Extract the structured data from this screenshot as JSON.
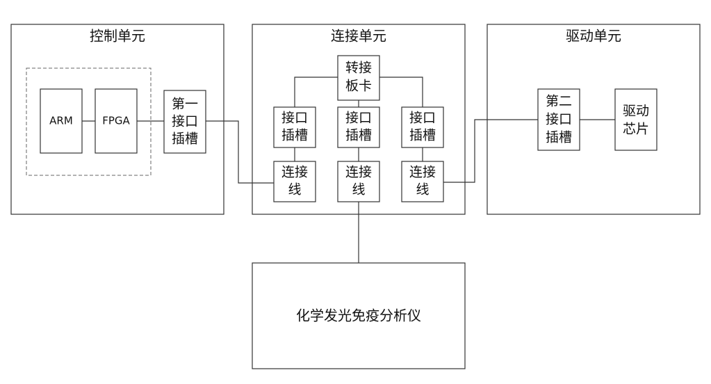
{
  "units": {
    "control": "控制单元",
    "connection": "连接单元",
    "drive": "驱动单元"
  },
  "control": {
    "arm": "ARM",
    "fpga": "FPGA",
    "slot1": [
      "第一",
      "接口",
      "插槽"
    ]
  },
  "connection": {
    "adapter": [
      "转接",
      "板卡"
    ],
    "slots": [
      [
        "接口",
        "插槽"
      ],
      [
        "接口",
        "插槽"
      ],
      [
        "接口",
        "插槽"
      ]
    ],
    "cables": [
      [
        "连接",
        "线"
      ],
      [
        "连接",
        "线"
      ],
      [
        "连接",
        "线"
      ]
    ]
  },
  "drive": {
    "slot2": [
      "第二",
      "接口",
      "插槽"
    ],
    "chip": [
      "驱动",
      "芯片"
    ]
  },
  "analyzer": "化学发光免疫分析仪"
}
